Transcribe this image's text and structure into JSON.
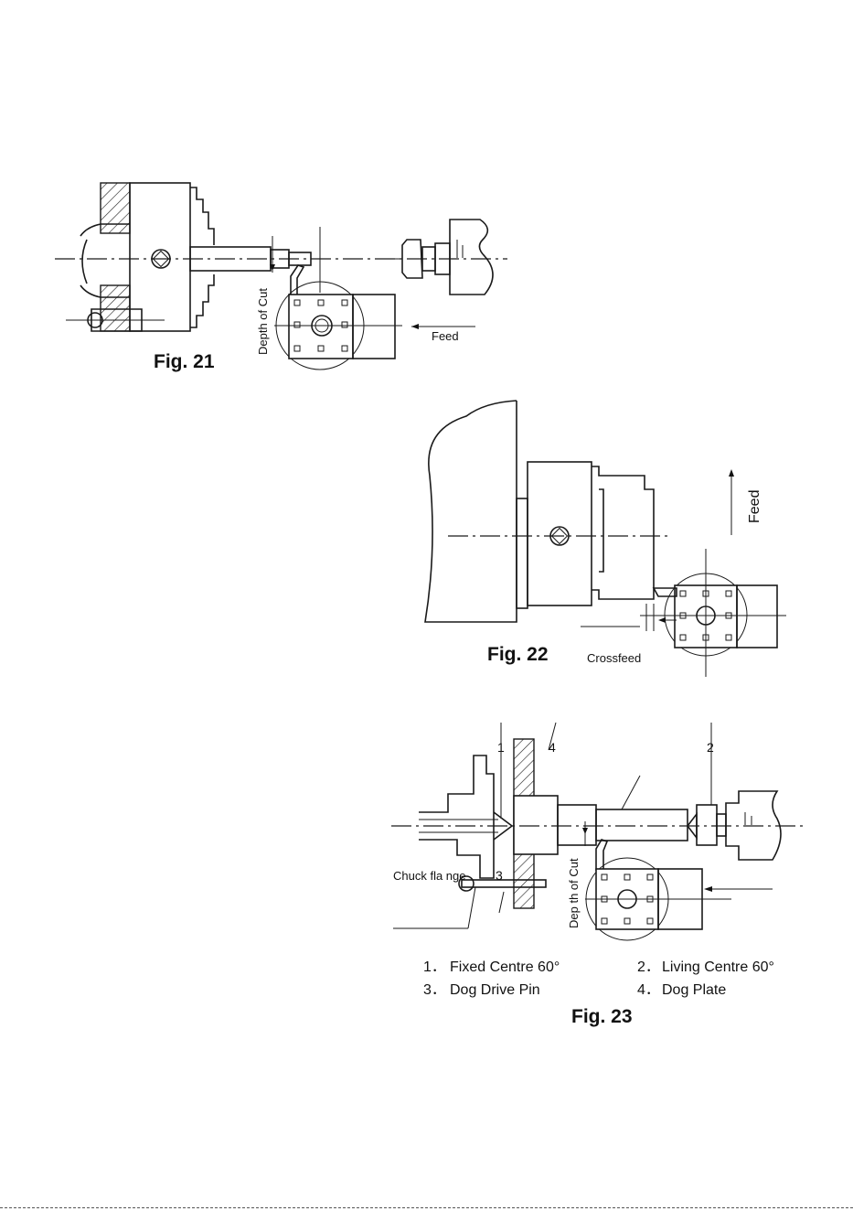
{
  "fig21": {
    "caption": "Fig. 21",
    "depth_label": "Depth of Cut",
    "feed_label": "Feed"
  },
  "fig22": {
    "caption": "Fig. 22",
    "feed_label": "Feed",
    "crossfeed_label": "Crossfeed"
  },
  "fig23": {
    "caption": "Fig. 23",
    "chuck_flange_label": "Chuck fla nge",
    "depth_label": "Dep th of Cut",
    "callouts": [
      "1",
      "4",
      "2",
      "3"
    ],
    "legend": [
      {
        "num": "1．",
        "text": "Fixed Centre 60°"
      },
      {
        "num": "2．",
        "text": "Living Centre 60°"
      },
      {
        "num": "3．",
        "text": "Dog Drive Pin"
      },
      {
        "num": "4．",
        "text": "Dog Plate"
      }
    ]
  }
}
